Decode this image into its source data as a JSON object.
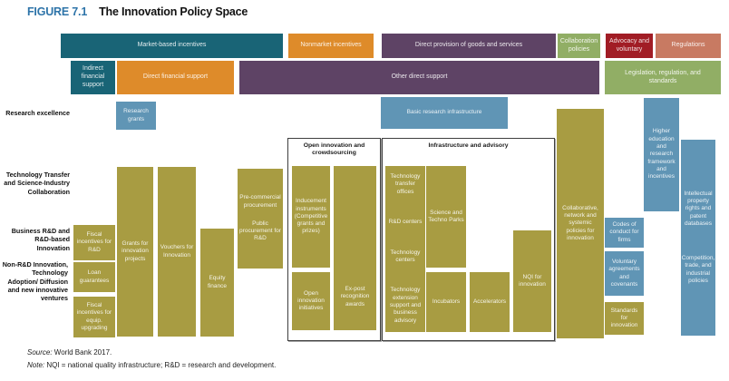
{
  "header": {
    "label": "FIGURE 7.1",
    "title": "The Innovation Policy Space"
  },
  "row1": {
    "market": "Market-based incentives",
    "nonmarket": "Nonmarket incentives",
    "direct_provision": "Direct provision of goods and services",
    "collaboration": "Collaboration policies",
    "advocacy": "Advocacy and voluntary",
    "regulations": "Regulations"
  },
  "row2": {
    "indirect_financial": "Indirect financial support",
    "direct_financial": "Direct financial support",
    "other_direct": "Other direct support",
    "legislation": "Legislation, regulation, and standards"
  },
  "row_labels": {
    "research_excellence": "Research excellence",
    "tech_transfer": "Technology Transfer and Science-Industry Collaboration",
    "business_rd": "Business R&D and R&D-based Innovation",
    "non_rd": "Non-R&D Innovation, Technology Adoption/ Diffusion and new innovative ventures"
  },
  "groups": {
    "open_innovation": "Open innovation and crowdsourcing",
    "infrastructure": "Infrastructure and advisory"
  },
  "boxes": {
    "research_grants": "Research grants",
    "basic_research_infra": "Basic research infrastructure",
    "higher_education": "Higher education and research framework and incentives",
    "fiscal_rd": "Fiscal incentives for R&D",
    "loan_guarantees": "Loan guarantees",
    "fiscal_equip": "Fiscal incentives for equip. upgrading",
    "grants_innovation": "Grants for innovation projects",
    "vouchers": "Vouchers for Innovation",
    "equity_finance": "Equity finance",
    "precommercial": "Pre-commercial procurement",
    "public_procurement": "Public procurement for R&D",
    "inducement": "Inducement instruments (Competitive grants and prizes)",
    "open_initiatives": "Open innovation initiatives",
    "expost": "Ex-post recognition awards",
    "tech_transfer_offices": "Technology transfer offices",
    "rd_centers": "R&D centers",
    "tech_centers": "Technology centers",
    "tech_extension": "Technology extension support and business advisory",
    "science_parks": "Science and Techno Parks",
    "incubators": "Incubators",
    "accelerators": "Accelerators",
    "nqi": "NQI for innovation",
    "collaborative": "Collaborative, network and systemic policies for innovation",
    "codes_conduct": "Codes of conduct for firms",
    "voluntary_agreements": "Voluntary agreements and covenants",
    "standards": "Standards for innovation",
    "ipr": "Intellectual property rights and patent databases",
    "competition": "Competition, trade, and industrial policies"
  },
  "footer": {
    "source_label": "Source:",
    "source_text": " World Bank 2017.",
    "note_label": "Note:",
    "note_text": " NQI = national quality infrastructure; R&D = research and development."
  },
  "colors": {
    "teal": "#196476",
    "orange": "#de8b2a",
    "purple": "#5e4365",
    "green": "#91ae65",
    "dark_red": "#a11d25",
    "salmon": "#c87a62",
    "blue": "#6095b5",
    "olive": "#a89c42",
    "title_blue": "#2e74a9"
  }
}
